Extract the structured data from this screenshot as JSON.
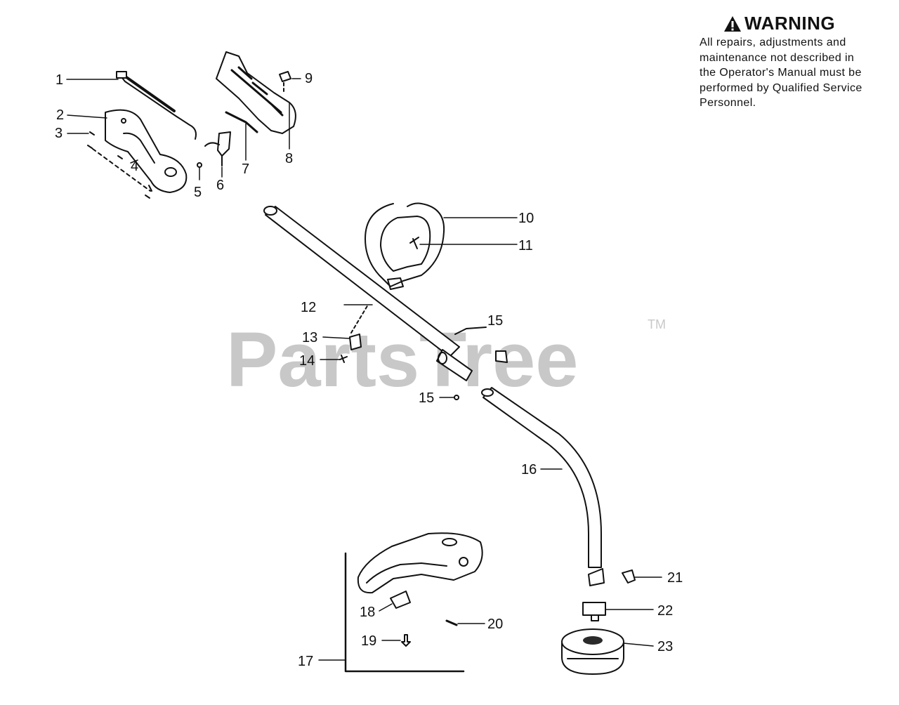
{
  "warning": {
    "title": "WARNING",
    "lines": [
      "All repairs, adjustments and",
      "maintenance not described in",
      "the Operator's Manual must be",
      "performed by Qualified Service",
      "Personnel."
    ]
  },
  "watermark": {
    "text": "PartsTree",
    "tm": "TM"
  },
  "callouts": [
    "1",
    "2",
    "3",
    "4",
    "5",
    "6",
    "7",
    "8",
    "9",
    "10",
    "11",
    "12",
    "13",
    "14",
    "15",
    "15",
    "16",
    "17",
    "18",
    "19",
    "20",
    "21",
    "22",
    "23"
  ],
  "colors": {
    "ink": "#111111",
    "watermark": "#c8c8c8",
    "part_fill": "#ffffff",
    "shade": "#2a2a2a"
  }
}
